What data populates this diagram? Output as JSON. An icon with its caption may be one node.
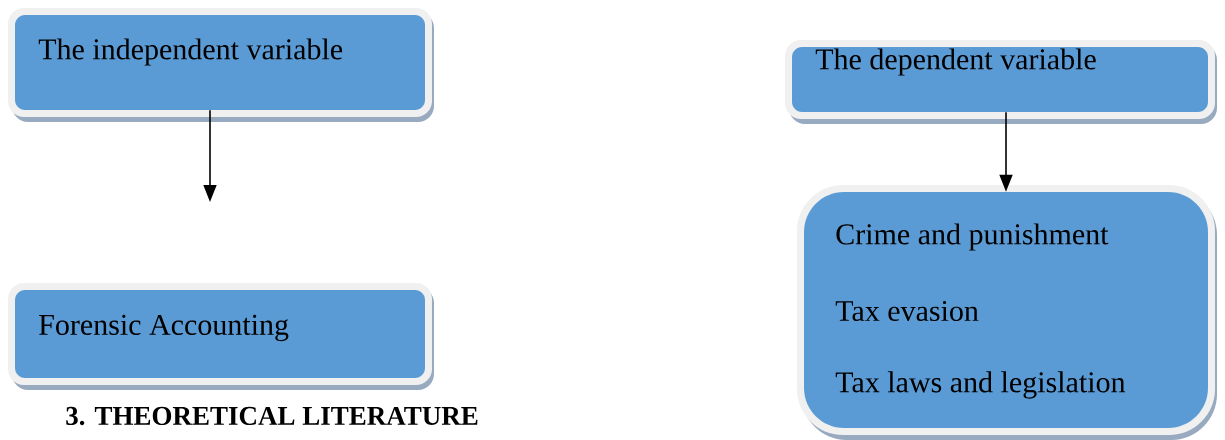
{
  "diagram": {
    "nodes": [
      {
        "text": [
          "The independent variable"
        ]
      },
      {
        "text": [
          "The dependent variable"
        ]
      },
      {
        "text": [
          "Forensic Accounting"
        ]
      },
      {
        "text": [
          "Crime and punishment",
          "Tax evasion",
          "Tax laws and legislation"
        ]
      }
    ],
    "edges": [
      {
        "from": 0,
        "to": null,
        "arrow": "to"
      },
      {
        "from": 1,
        "to": 3,
        "arrow": "to"
      }
    ],
    "labels": [
      "3. THEORETICAL LITERATURE"
    ]
  }
}
